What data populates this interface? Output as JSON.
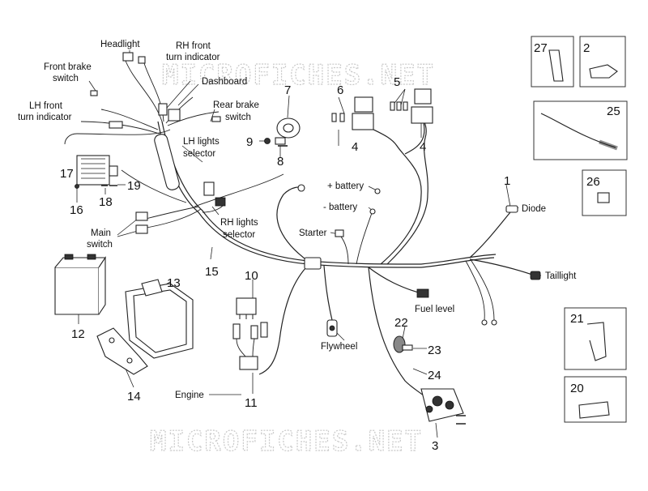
{
  "watermark": {
    "top": "MICROFICHES.NET",
    "bottom": "MICROFICHES.NET"
  },
  "labels": {
    "headlight": "Headlight",
    "rh_front_1": "RH front",
    "rh_front_2": "turn indicator",
    "front_brake_1": "Front brake",
    "front_brake_2": "switch",
    "dashboard": "Dashboard",
    "lh_front_1": "LH front",
    "lh_front_2": "turn indicator",
    "rear_brake_1": "Rear brake",
    "rear_brake_2": "switch",
    "lh_lights_1": "LH lights",
    "lh_lights_2": "selector",
    "rh_lights_1": "RH lights",
    "rh_lights_2": "selector",
    "main_switch_1": "Main",
    "main_switch_2": "switch",
    "plus_battery": "+  battery",
    "minus_battery": "-  battery",
    "starter": "Starter",
    "diode": "Diode",
    "taillight": "Taillight",
    "fuel_level": "Fuel level",
    "flywheel": "Flywheel",
    "engine": "Engine"
  },
  "callouts": {
    "n1": "1",
    "n2": "2",
    "n3": "3",
    "n4a": "4",
    "n4b": "4",
    "n5": "5",
    "n6": "6",
    "n7": "7",
    "n8": "8",
    "n9": "9",
    "n10": "10",
    "n11": "11",
    "n12": "12",
    "n13": "13",
    "n14": "14",
    "n15": "15",
    "n16": "16",
    "n17": "17",
    "n18": "18",
    "n19": "19",
    "n20": "20",
    "n21": "21",
    "n22": "22",
    "n23": "23",
    "n24": "24",
    "n25": "25",
    "n26": "26",
    "n27": "27"
  }
}
